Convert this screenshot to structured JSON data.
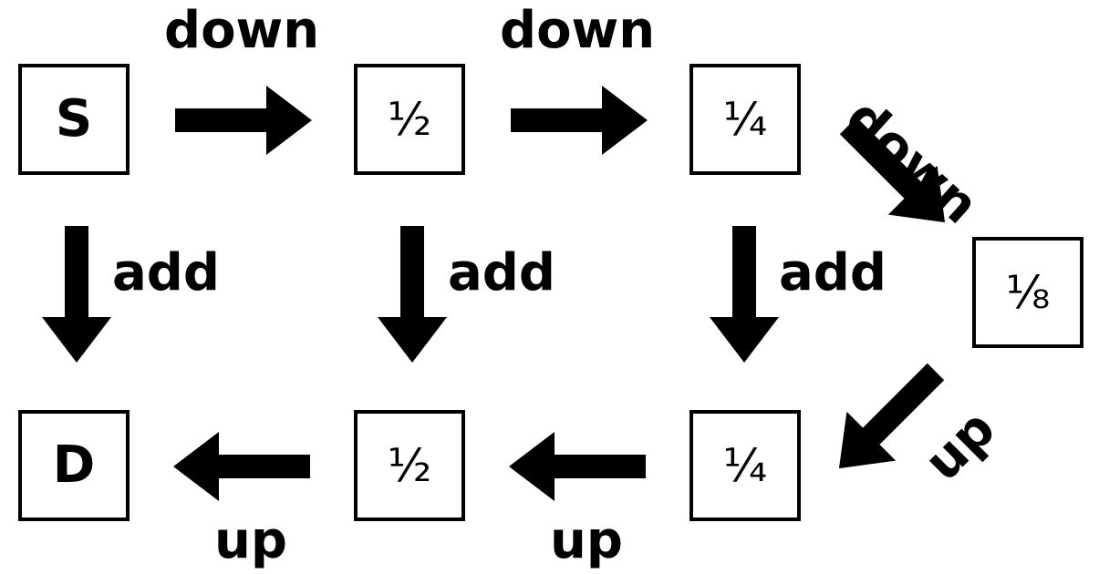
{
  "nodes": {
    "s": "S",
    "half_top": "½",
    "quarter_top": "¼",
    "eighth": "⅛",
    "quarter_bottom": "¼",
    "half_bottom": "½",
    "d": "D"
  },
  "edges": {
    "s_to_half": "down",
    "half_to_quarter": "down",
    "quarter_to_eighth": "down",
    "s_to_d": "add",
    "half_add": "add",
    "quarter_add": "add",
    "eighth_to_quarter": "up",
    "quarter_to_half": "up",
    "half_to_d": "up"
  }
}
